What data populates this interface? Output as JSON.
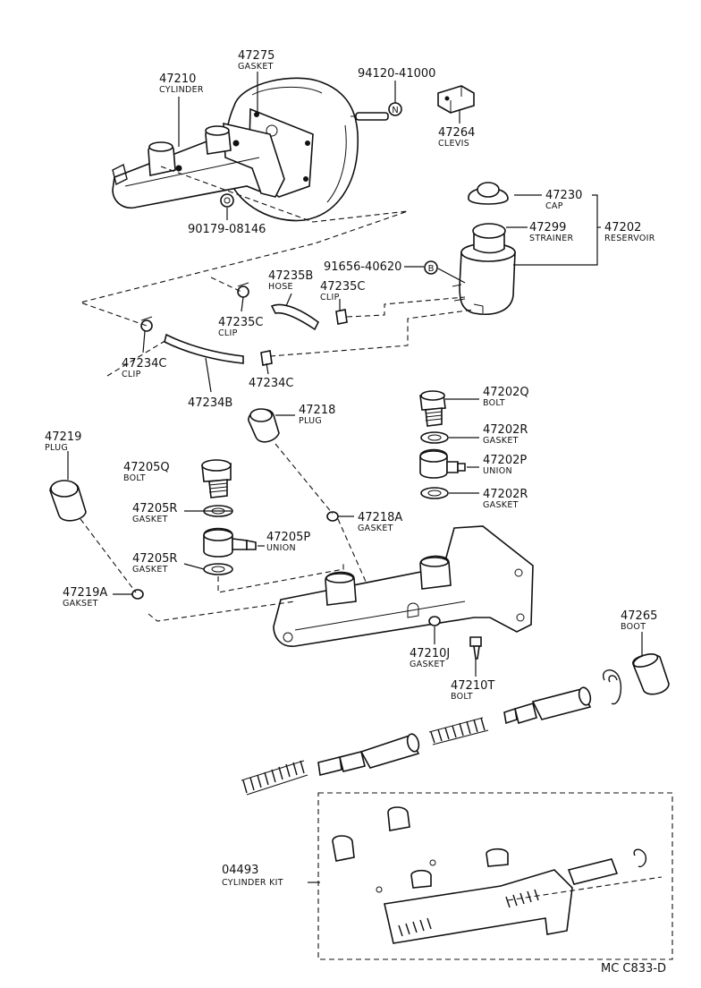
{
  "labels": {
    "p47275": {
      "num": "47275",
      "name": "GASKET"
    },
    "p47210": {
      "num": "47210",
      "name": "CYLINDER"
    },
    "p94120": {
      "num": "94120-41000"
    },
    "p47264": {
      "num": "47264",
      "name": "CLEVIS"
    },
    "p90179": {
      "num": "90179-08146"
    },
    "p47230": {
      "num": "47230",
      "name": "CAP"
    },
    "p47299": {
      "num": "47299",
      "name": "STRAINER"
    },
    "p47202": {
      "num": "47202",
      "name": "RESERVOIR"
    },
    "p91656": {
      "num": "91656-40620"
    },
    "p47235B": {
      "num": "47235B",
      "name": "HOSE"
    },
    "p47235C_a": {
      "num": "47235C",
      "name": "CLIP"
    },
    "p47235C_b": {
      "num": "47235C",
      "name": "CLIP"
    },
    "p47234C_a": {
      "num": "47234C",
      "name": "CLIP"
    },
    "p47234C_b": {
      "num": "47234C"
    },
    "p47234B": {
      "num": "47234B"
    },
    "p47202Q": {
      "num": "47202Q",
      "name": "BOLT"
    },
    "p47202R_a": {
      "num": "47202R",
      "name": "GASKET"
    },
    "p47202P": {
      "num": "47202P",
      "name": "UNION"
    },
    "p47202R_b": {
      "num": "47202R",
      "name": "GASKET"
    },
    "p47218": {
      "num": "47218",
      "name": "PLUG"
    },
    "p47219": {
      "num": "47219",
      "name": "PLUG"
    },
    "p47205Q": {
      "num": "47205Q",
      "name": "BOLT"
    },
    "p47205R_a": {
      "num": "47205R",
      "name": "GASKET"
    },
    "p47218A": {
      "num": "47218A",
      "name": "GASKET"
    },
    "p47205P": {
      "num": "47205P",
      "name": "UNION"
    },
    "p47205R_b": {
      "num": "47205R",
      "name": "GASKET"
    },
    "p47219A": {
      "num": "47219A",
      "name": "GAKSET"
    },
    "p47210J": {
      "num": "47210J",
      "name": "GASKET"
    },
    "p47265": {
      "num": "47265",
      "name": "BOOT"
    },
    "p47210T": {
      "num": "47210T",
      "name": "BOLT"
    },
    "p04493": {
      "num": "04493",
      "name": "CYLINDER KIT"
    }
  },
  "markers": {
    "n": "N",
    "b": "B"
  },
  "footer": {
    "code": "MC  C833-D"
  }
}
